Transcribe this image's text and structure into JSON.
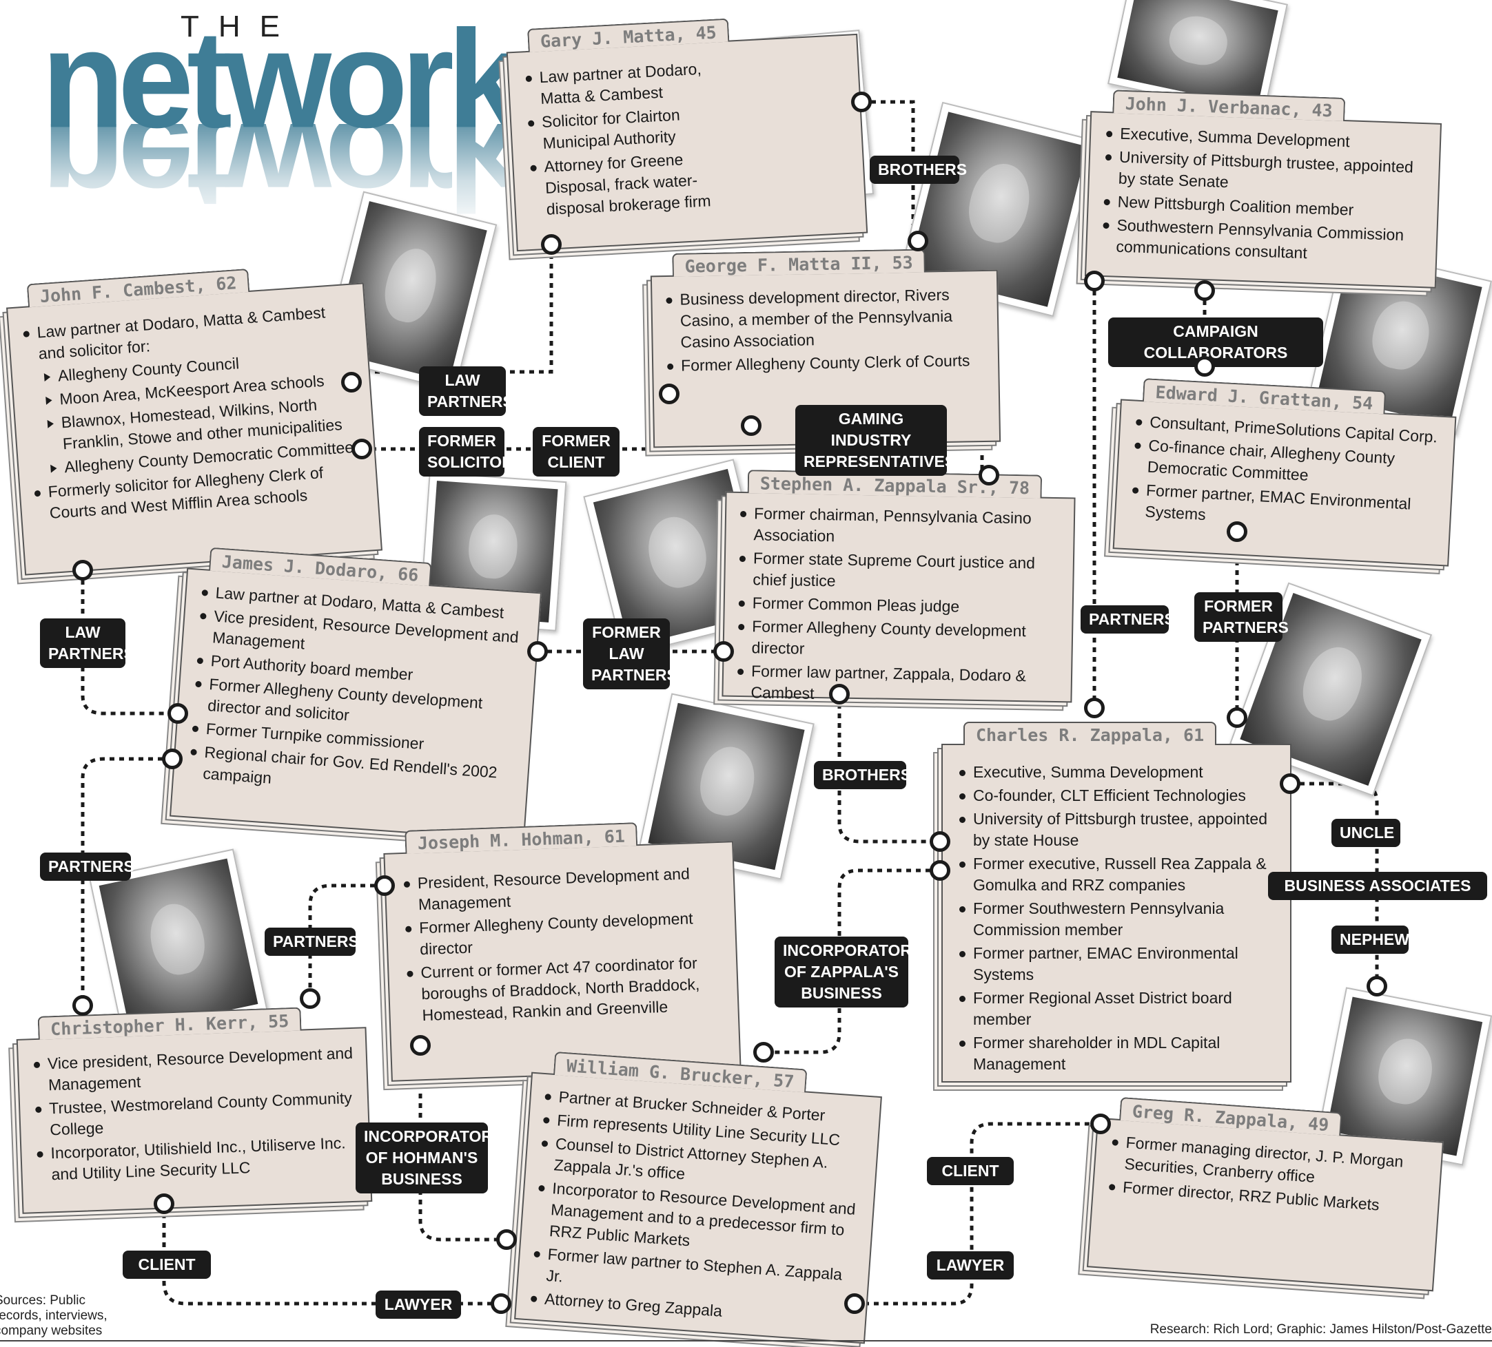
{
  "title": {
    "top": "THE",
    "main": "network"
  },
  "people": {
    "gary": {
      "name": "Gary J. Matta, 45",
      "items": [
        "Law partner at Dodaro, Matta & Cambest",
        "Solicitor for Clairton Municipal Authority",
        "Attorney for Greene Disposal, frack water-disposal brokerage firm"
      ]
    },
    "george": {
      "name": "George F. Matta II, 53",
      "items": [
        "Business development director, Rivers Casino, a member of the Pennsylvania Casino Association",
        "Former Allegheny County Clerk of Courts"
      ]
    },
    "verbanac": {
      "name": "John J. Verbanac, 43",
      "items": [
        "Executive, Summa Development",
        "University of Pittsburgh trustee, appointed by state Senate",
        "New Pittsburgh Coalition member",
        "Southwestern Pennsylvania Commission communications consultant"
      ]
    },
    "cambest": {
      "name": "John F. Cambest, 62",
      "intro": "Law partner at Dodaro, Matta & Cambest and solicitor for:",
      "subs": [
        "Allegheny County Council",
        "Moon Area, McKeesport Area schools",
        "Blawnox, Homestead, Wilkins, North Franklin, Stowe and other municipalities",
        "Allegheny County Democratic Committee"
      ],
      "last": "Formerly solicitor for Allegheny Clerk of Courts and West Mifflin Area schools"
    },
    "grattan": {
      "name": "Edward J. Grattan, 54",
      "items": [
        "Consultant, PrimeSolutions Capital Corp.",
        "Co-finance chair, Allegheny County Democratic Committee",
        "Former partner, EMAC Environmental Systems"
      ]
    },
    "szappala": {
      "name": "Stephen A. Zappala Sr., 78",
      "items": [
        "Former chairman, Pennsylvania Casino Association",
        "Former state Supreme Court justice and chief justice",
        "Former Common Pleas judge",
        "Former Allegheny County development director",
        "Former law partner, Zappala, Dodaro & Cambest"
      ]
    },
    "dodaro": {
      "name": "James J. Dodaro, 66",
      "items": [
        "Law partner at Dodaro, Matta & Cambest",
        "Vice president, Resource Development and Management",
        "Port Authority board member",
        "Former Allegheny County development director and solicitor",
        "Former Turnpike commissioner",
        "Regional chair for Gov. Ed Rendell's 2002 campaign"
      ]
    },
    "czappala": {
      "name": "Charles R. Zappala, 61",
      "items": [
        "Executive, Summa Development",
        "Co-founder, CLT Efficient Technologies",
        "University of Pittsburgh trustee, appointed by state House",
        "Former executive, Russell Rea Zappala & Gomulka and RRZ companies",
        "Former Southwestern Pennsylvania Commission member",
        "Former partner, EMAC Environmental Systems",
        "Former Regional Asset District board member",
        "Former shareholder in MDL Capital Management"
      ]
    },
    "hohman": {
      "name": "Joseph M. Hohman, 61",
      "items": [
        "President, Resource Development and Management",
        "Former Allegheny County development director",
        "Current or former Act 47 coordinator for boroughs of Braddock, North Braddock, Homestead, Rankin and Greenville"
      ]
    },
    "kerr": {
      "name": "Christopher H. Kerr, 55",
      "items": [
        "Vice president, Resource Development and Management",
        "Trustee, Westmoreland County Community College",
        "Incorporator, Utilishield Inc., Utiliserve Inc. and Utility Line Security LLC"
      ]
    },
    "brucker": {
      "name": "William G. Brucker, 57",
      "items": [
        "Partner at Brucker Schneider & Porter",
        "Firm represents Utility Line Security LLC",
        "Counsel to District Attorney Stephen A. Zappala Jr.'s office",
        "Incorporator to Resource Development and Management and to a predecessor firm to RRZ Public Markets",
        "Former law partner to Stephen A. Zappala Jr.",
        "Attorney to Greg Zappala"
      ]
    },
    "greg": {
      "name": "Greg R. Zappala, 49",
      "items": [
        "Former managing director, J. P. Morgan Securities, Cranberry office",
        "Former director, RRZ Public Markets"
      ]
    }
  },
  "links": {
    "brothers_top": "BROTHERS",
    "law_partners_top": "LAW\nPARTNERS",
    "former_solicitor": "FORMER\nSOLICITOR",
    "former_client": "FORMER\nCLIENT",
    "gaming": "GAMING INDUSTRY\nREPRESENTATIVES",
    "campaign": "CAMPAIGN COLLABORATORS",
    "law_partners_left": "LAW\nPARTNERS",
    "former_law_partners": "FORMER\nLAW\nPARTNERS",
    "partners_mid": "PARTNERS",
    "former_partners": "FORMER\nPARTNERS",
    "brothers_mid": "BROTHERS",
    "partners_left": "PARTNERS",
    "partners_kerr": "PARTNERS",
    "uncle": "UNCLE",
    "business_associates": "BUSINESS ASSOCIATES",
    "nephew": "NEPHEW",
    "incorporator_zappala": "INCORPORATOR\nOF ZAPPALA'S\nBUSINESS",
    "incorporator_hohman": "INCORPORATOR\nOF HOHMAN'S\nBUSINESS",
    "client_right": "CLIENT",
    "lawyer_right": "LAWYER",
    "client_left": "CLIENT",
    "lawyer_left": "LAWYER"
  },
  "footer": {
    "sources": "Sources: Public\nrecords, interviews,\ncompany websites",
    "credit": "Research: Rich Lord; Graphic: James Hilston/Post-Gazette"
  },
  "colors": {
    "title_blue": "#3f7d96",
    "card_bg": "#e8dfd8",
    "label_bg": "#1b1b1b"
  }
}
